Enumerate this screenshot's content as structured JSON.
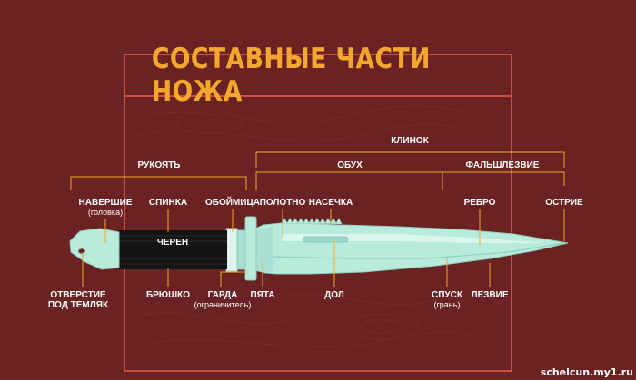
{
  "title": "СОСТАВНЫЕ ЧАСТИ НОЖА",
  "watermark": "schelcun.my1.ru",
  "colors": {
    "background": "#6b2222",
    "frame": "#c95040",
    "title": "#f3a72c",
    "lines": "#f3a72c",
    "blade": "#b9ebdc",
    "handle": "#141414"
  },
  "groups": {
    "rukoyat": "РУКОЯТЬ",
    "klinok": "КЛИНОК",
    "obukh": "ОБУХ",
    "falsh": "ФАЛЬШЛЕЗВИЕ"
  },
  "handle_label": "ЧЕРЕН",
  "labels": {
    "navershie": "НАВЕРШИЕ",
    "navershie_sub": "(головка)",
    "spinka": "СПИНКА",
    "oboimica": "ОБОЙМИЦА",
    "polotno": "ПОЛОТНО",
    "nasechka": "НАСЕЧКА",
    "rebro": "РЕБРО",
    "ostrie": "ОСТРИЕ",
    "otverstie": "ОТВЕРСТИЕ",
    "otverstie_2": "ПОД ТЕМЛЯК",
    "bryushko": "БРЮШКО",
    "garda": "ГАРДА",
    "garda_sub": "(ограничитель)",
    "pyata": "ПЯТА",
    "dol": "ДОЛ",
    "spusk": "СПУСК",
    "spusk_sub": "(грань)",
    "lezvie": "ЛЕЗВИЕ"
  }
}
